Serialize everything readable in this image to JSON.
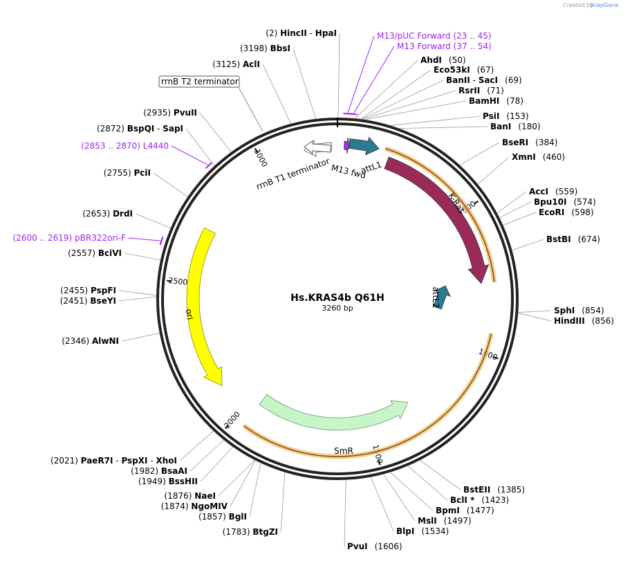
{
  "header": {
    "created_by": "Created by",
    "brand": "SnapGene"
  },
  "map": {
    "name": "Hs.KRAS4b Q61H",
    "length_label": "3260 bp",
    "total_bp": 3260
  },
  "ticks": [
    {
      "label": "500",
      "pos": 500
    },
    {
      "label": "1000",
      "pos": 1000
    },
    {
      "label": "1500",
      "pos": 1500
    },
    {
      "label": "2000",
      "pos": 2000
    },
    {
      "label": "2500",
      "pos": 2500
    },
    {
      "label": "3000",
      "pos": 3000
    }
  ],
  "features": [
    {
      "name": "K-Ras",
      "start": 180,
      "end": 760,
      "direction": "cw",
      "color": "#9a2a5a",
      "label_in": true
    },
    {
      "name": "SmR",
      "start": 1320,
      "end": 1960,
      "direction": "ccw",
      "color": "#c8f5c8",
      "label_in": true
    },
    {
      "name": "ori",
      "start": 2110,
      "end": 2700,
      "direction": "ccw",
      "color": "#ffff00",
      "label_in": true
    },
    {
      "name": "attL1",
      "start": 48,
      "end": 170,
      "direction": "cw",
      "color": "#2b7a8f"
    },
    {
      "name": "M13 fwd",
      "start": 23,
      "end": 40,
      "direction": "cw",
      "color": "#9b30e8"
    },
    {
      "name": "rrnB T1 terminator",
      "start": 3120,
      "end": 3220,
      "direction": "ccw",
      "color": "#ffffff"
    },
    {
      "name": "attL2",
      "label": "attL2",
      "direction": "cw",
      "color": "#2b7a8f"
    }
  ],
  "orfs": [
    {
      "start": 160,
      "end": 760
    },
    {
      "start": 930,
      "end": 1960
    }
  ],
  "enzymes": [
    {
      "name": "HincII",
      "name2": "HpaI",
      "pos_label": "(2)"
    },
    {
      "name": "BbsI",
      "pos_label": "(3198)"
    },
    {
      "name": "AclI",
      "pos_label": "(3125)"
    },
    {
      "name": "AhdI",
      "pos_label": "(50)"
    },
    {
      "name": "Eco53kI",
      "pos_label": "(67)"
    },
    {
      "name": "BanII",
      "name2": "SacI",
      "pos_label": "(69)"
    },
    {
      "name": "RsrII",
      "pos_label": "(71)"
    },
    {
      "name": "BamHI",
      "pos_label": "(78)"
    },
    {
      "name": "PsiI",
      "pos_label": "(153)"
    },
    {
      "name": "BanI",
      "pos_label": "(180)"
    },
    {
      "name": "BseRI",
      "pos_label": "(384)"
    },
    {
      "name": "XmnI",
      "pos_label": "(460)"
    },
    {
      "name": "AccI",
      "pos_label": "(559)"
    },
    {
      "name": "Bpu10I",
      "pos_label": "(574)"
    },
    {
      "name": "EcoRI",
      "pos_label": "(598)"
    },
    {
      "name": "BstBI",
      "pos_label": "(674)"
    },
    {
      "name": "SphI",
      "pos_label": "(854)"
    },
    {
      "name": "HindIII",
      "pos_label": "(856)"
    },
    {
      "name": "BstEII",
      "pos_label": "(1385)"
    },
    {
      "name": "BclI *",
      "pos_label": "(1423)"
    },
    {
      "name": "BpmI",
      "pos_label": "(1477)"
    },
    {
      "name": "MslI",
      "pos_label": "(1497)"
    },
    {
      "name": "BlpI",
      "pos_label": "(1534)"
    },
    {
      "name": "PvuI",
      "pos_label": "(1606)"
    },
    {
      "name": "BtgZI",
      "pos_label": "(1783)"
    },
    {
      "name": "BglI",
      "pos_label": "(1857)"
    },
    {
      "name": "NgoMIV",
      "pos_label": "(1874)"
    },
    {
      "name": "NaeI",
      "pos_label": "(1876)"
    },
    {
      "name": "BssHII",
      "pos_label": "(1949)"
    },
    {
      "name": "BsaAI",
      "pos_label": "(1982)"
    },
    {
      "name": "PaeR7I",
      "name2": "PspXI",
      "name3": "XhoI",
      "pos_label": "(2021)"
    },
    {
      "name": "AlwNI",
      "pos_label": "(2346)"
    },
    {
      "name": "BseYI",
      "pos_label": "(2451)"
    },
    {
      "name": "PspFI",
      "pos_label": "(2455)"
    },
    {
      "name": "BciVI",
      "pos_label": "(2557)"
    },
    {
      "name": "DrdI",
      "pos_label": "(2653)"
    },
    {
      "name": "PciI",
      "pos_label": "(2755)"
    },
    {
      "name": "BspQI",
      "name2": "SapI",
      "pos_label": "(2872)"
    },
    {
      "name": "PvuII",
      "pos_label": "(2935)"
    }
  ],
  "primers": [
    {
      "name": "M13/pUC Forward",
      "range": "(23 .. 45)"
    },
    {
      "name": "M13 Forward",
      "range": "(37 .. 54)"
    },
    {
      "name": "L4440",
      "range": "(2853 .. 2870)"
    },
    {
      "name": "pBR322ori-F",
      "range": "(2600 .. 2619)"
    }
  ],
  "boxed_feature_label": "rrnB T2 terminator"
}
